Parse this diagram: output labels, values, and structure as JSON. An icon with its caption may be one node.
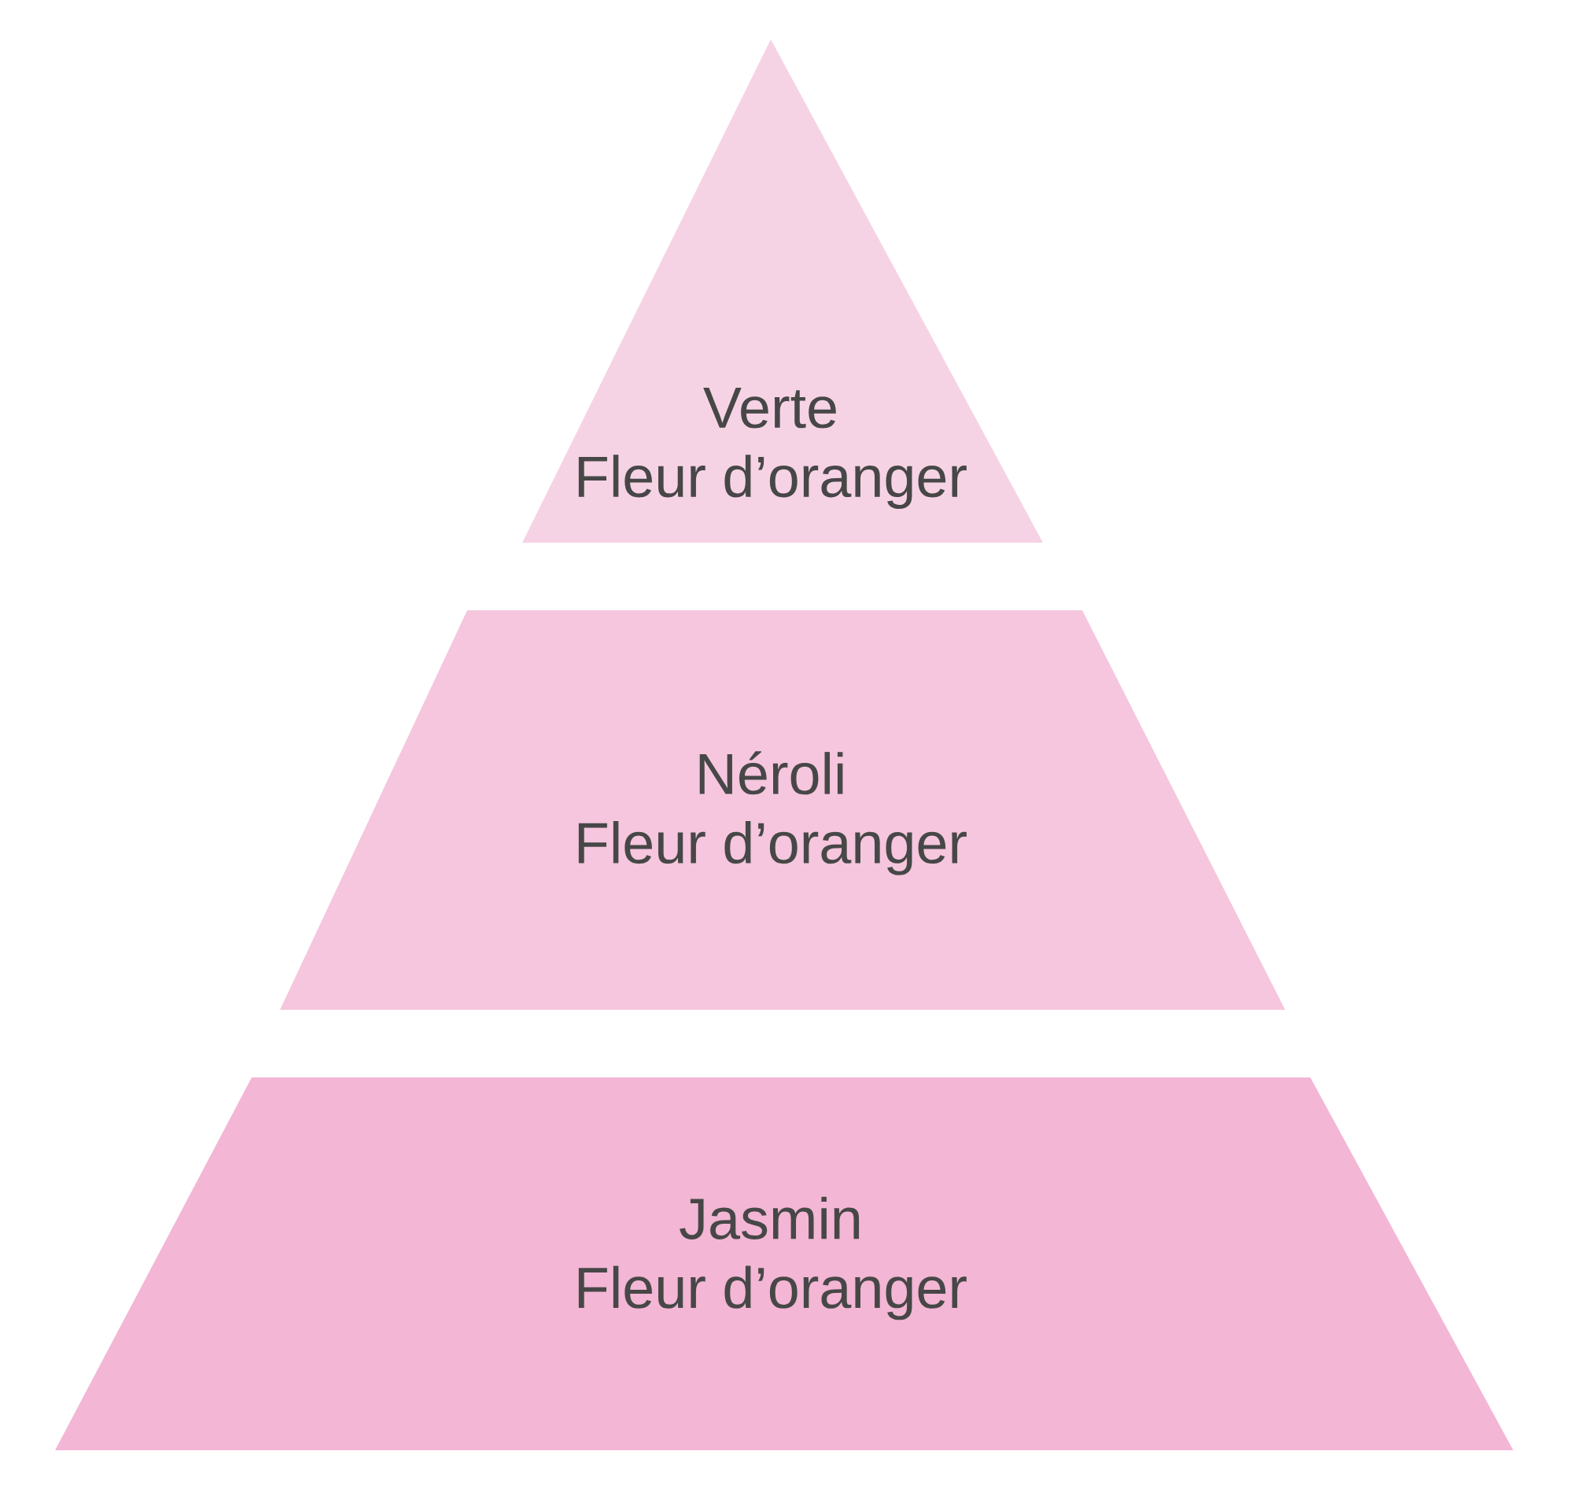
{
  "diagram": {
    "nodes": [
      {
        "text": [
          "Verte",
          "Fleur d’oranger"
        ]
      },
      {
        "text": [
          "Néroli",
          "Fleur d’oranger"
        ]
      },
      {
        "text": [
          "Jasmin",
          "Fleur d’oranger"
        ]
      }
    ]
  }
}
